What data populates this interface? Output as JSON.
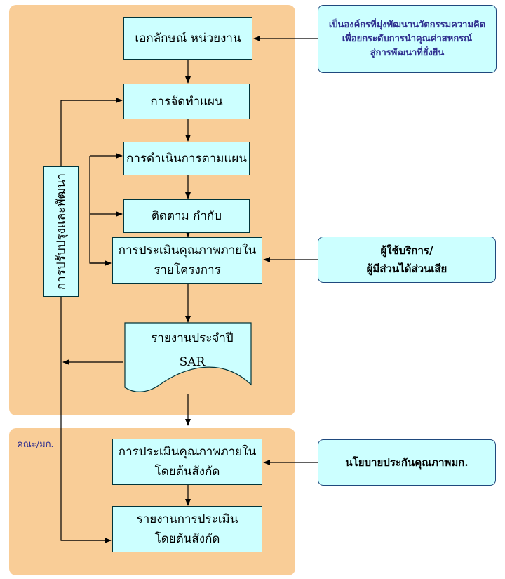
{
  "panels": {
    "upper": {
      "color": "#f9cd97"
    },
    "lower": {
      "color": "#f9cd97",
      "label": "คณะ/มก."
    }
  },
  "boxes": {
    "identity": "เอกลักษณ์ หน่วยงาน",
    "plan": "การจัดทำแผน",
    "execute": "การดำเนินการตามแผน",
    "monitor": "ติดตาม กำกับ",
    "internal_eval": [
      "การประเมินคุณภาพภายใน",
      "รายโครงการ"
    ],
    "annual_report": [
      "รายงานประจำปี",
      "SAR"
    ],
    "parent_eval": [
      "การประเมินคุณภาพภายใน",
      "โดยต้นสังกัด"
    ],
    "parent_report": [
      "รายงานการประเมิน",
      "โดยต้นสังกัด"
    ],
    "improve": "การปรับปรุงและพัฒนา"
  },
  "external": {
    "goal": [
      "เป็นองค์กรที่มุ่งพัฒนานวัตกรรมความคิด",
      "เพื่อยกระดับการนำคุณค่าสหกรณ์",
      "สู่การพัฒนาที่ยั่งยืน"
    ],
    "stakeholders": [
      "ผู้ใช้บริการ/",
      "ผู้มีส่วนได้ส่วนเสีย"
    ],
    "policy": "นโยบายประกันคุณภาพมก."
  },
  "colors": {
    "box_fill": "#ccffff",
    "panel_fill": "#f9cd97",
    "goal_text": "#2f2f8f"
  }
}
